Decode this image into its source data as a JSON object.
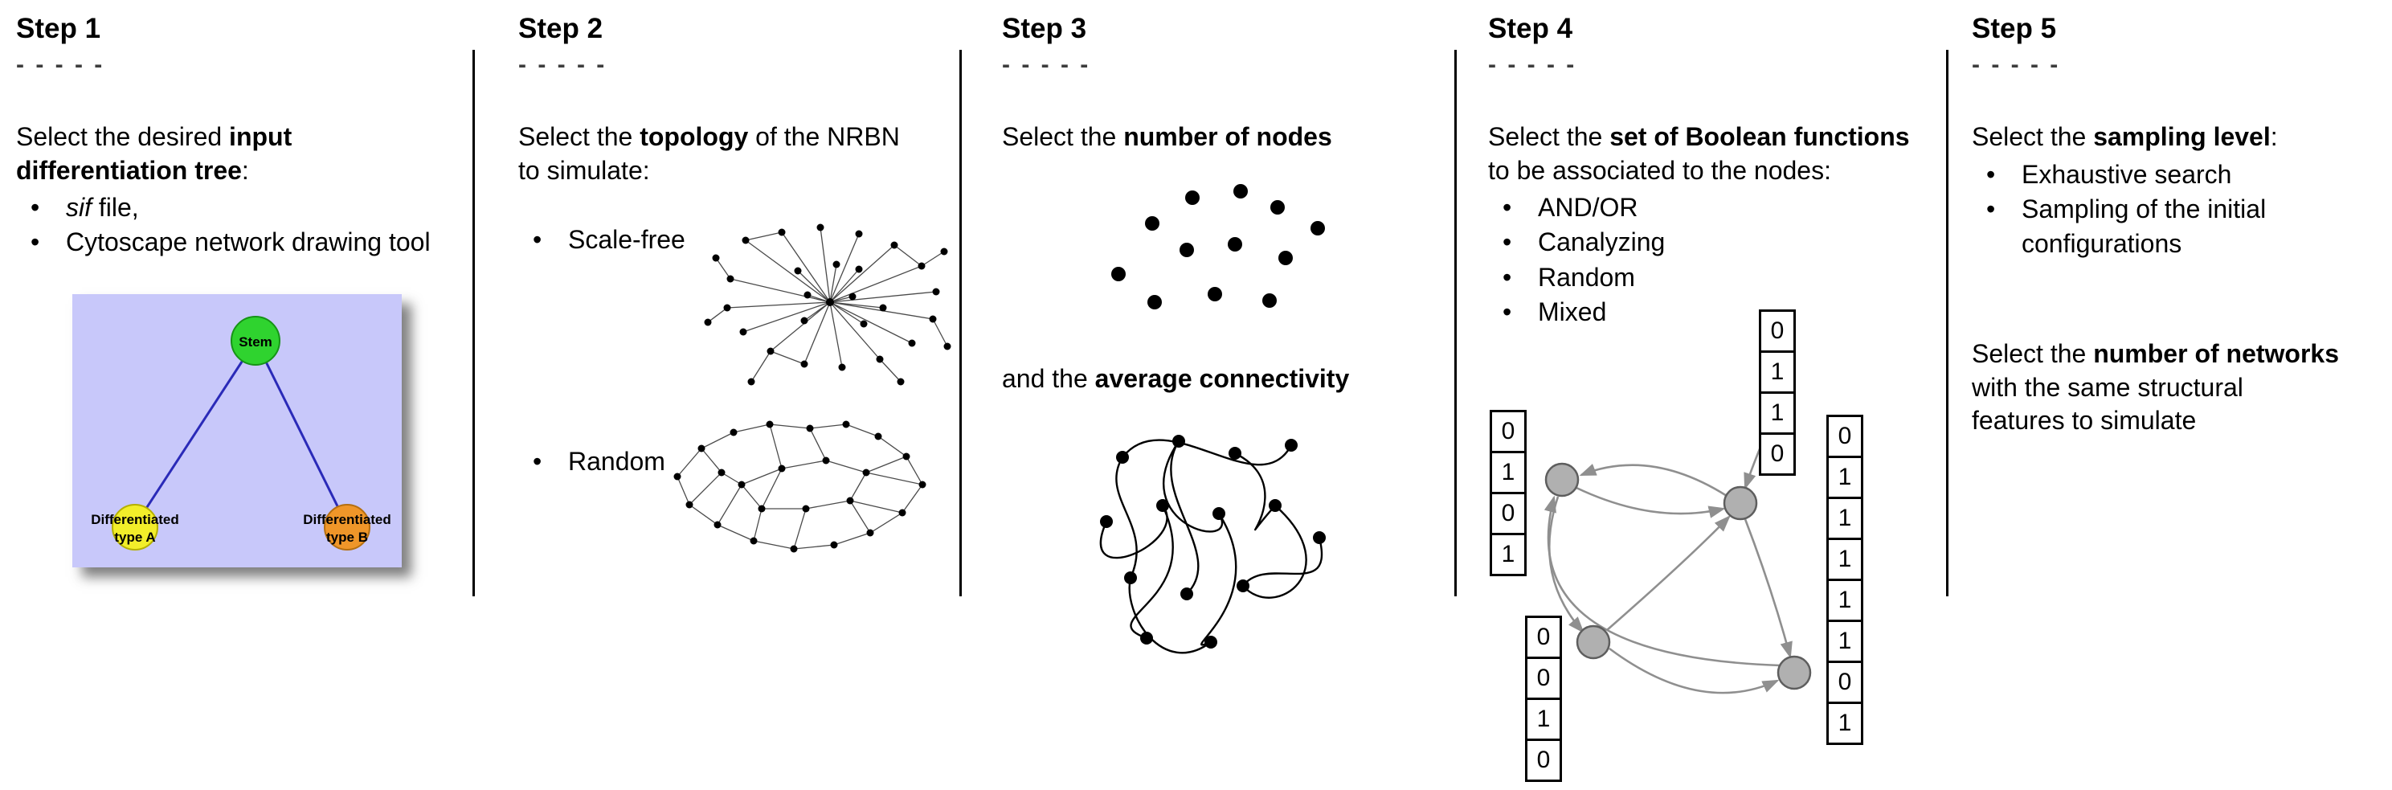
{
  "colors": {
    "tree_bg": "#c8c8fa",
    "stem_green": "#2fd32f",
    "type_a_yellow": "#f2ee2a",
    "type_b_orange": "#ef9629",
    "edge_blue": "#2a2ab8",
    "node_gray": "#b0b0b0",
    "arrow_gray": "#8f8f8f"
  },
  "steps": [
    {
      "title": "Step 1",
      "dashes": "- - - - -",
      "intro": {
        "pre": "Select the desired ",
        "bold": "input differentiation tree",
        "post": ":"
      },
      "bullets": [
        {
          "italic": "sif",
          "text": " file,"
        },
        {
          "italic": "",
          "text": "Cytoscape network drawing tool"
        }
      ],
      "tree": {
        "root": "Stem",
        "left_line1": "Differentiated",
        "left_line2": "type A",
        "right_line1": "Differentiated",
        "right_line2": "type B"
      }
    },
    {
      "title": "Step 2",
      "dashes": "- - - - -",
      "intro": {
        "pre": "Select the ",
        "bold": "topology",
        "post": " of the NRBN to simulate:"
      },
      "bullets": [
        {
          "text": "Scale-free"
        },
        {
          "text": "Random"
        }
      ]
    },
    {
      "title": "Step 3",
      "dashes": "- - - - -",
      "intro": {
        "pre": "Select the ",
        "bold": "number of nodes",
        "post": ""
      },
      "second": {
        "pre": "and the ",
        "bold": "average connectivity",
        "post": ""
      }
    },
    {
      "title": "Step 4",
      "dashes": "- - - - -",
      "intro": {
        "pre": "Select the ",
        "bold": "set of Boolean functions",
        "post": " to be associated to the nodes:"
      },
      "bullets": [
        {
          "text": "AND/OR"
        },
        {
          "text": "Canalyzing"
        },
        {
          "text": "Random"
        },
        {
          "text": "Mixed"
        }
      ],
      "tables": {
        "left": [
          "0",
          "1",
          "0",
          "1"
        ],
        "top": [
          "0",
          "1",
          "1",
          "0"
        ],
        "right": [
          "0",
          "1",
          "1",
          "1",
          "1",
          "1",
          "0",
          "1"
        ],
        "bottom": [
          "0",
          "0",
          "1",
          "0"
        ]
      }
    },
    {
      "title": "Step 5",
      "dashes": "- - - - -",
      "intro": {
        "pre": "Select the ",
        "bold": "sampling level",
        "post": ":"
      },
      "bullets": [
        {
          "text": "Exhaustive search"
        },
        {
          "text": "Sampling of the initial configurations"
        }
      ],
      "second": {
        "pre": "Select the ",
        "bold": "number of networks",
        "post": " with the same structural features to simulate"
      }
    }
  ]
}
